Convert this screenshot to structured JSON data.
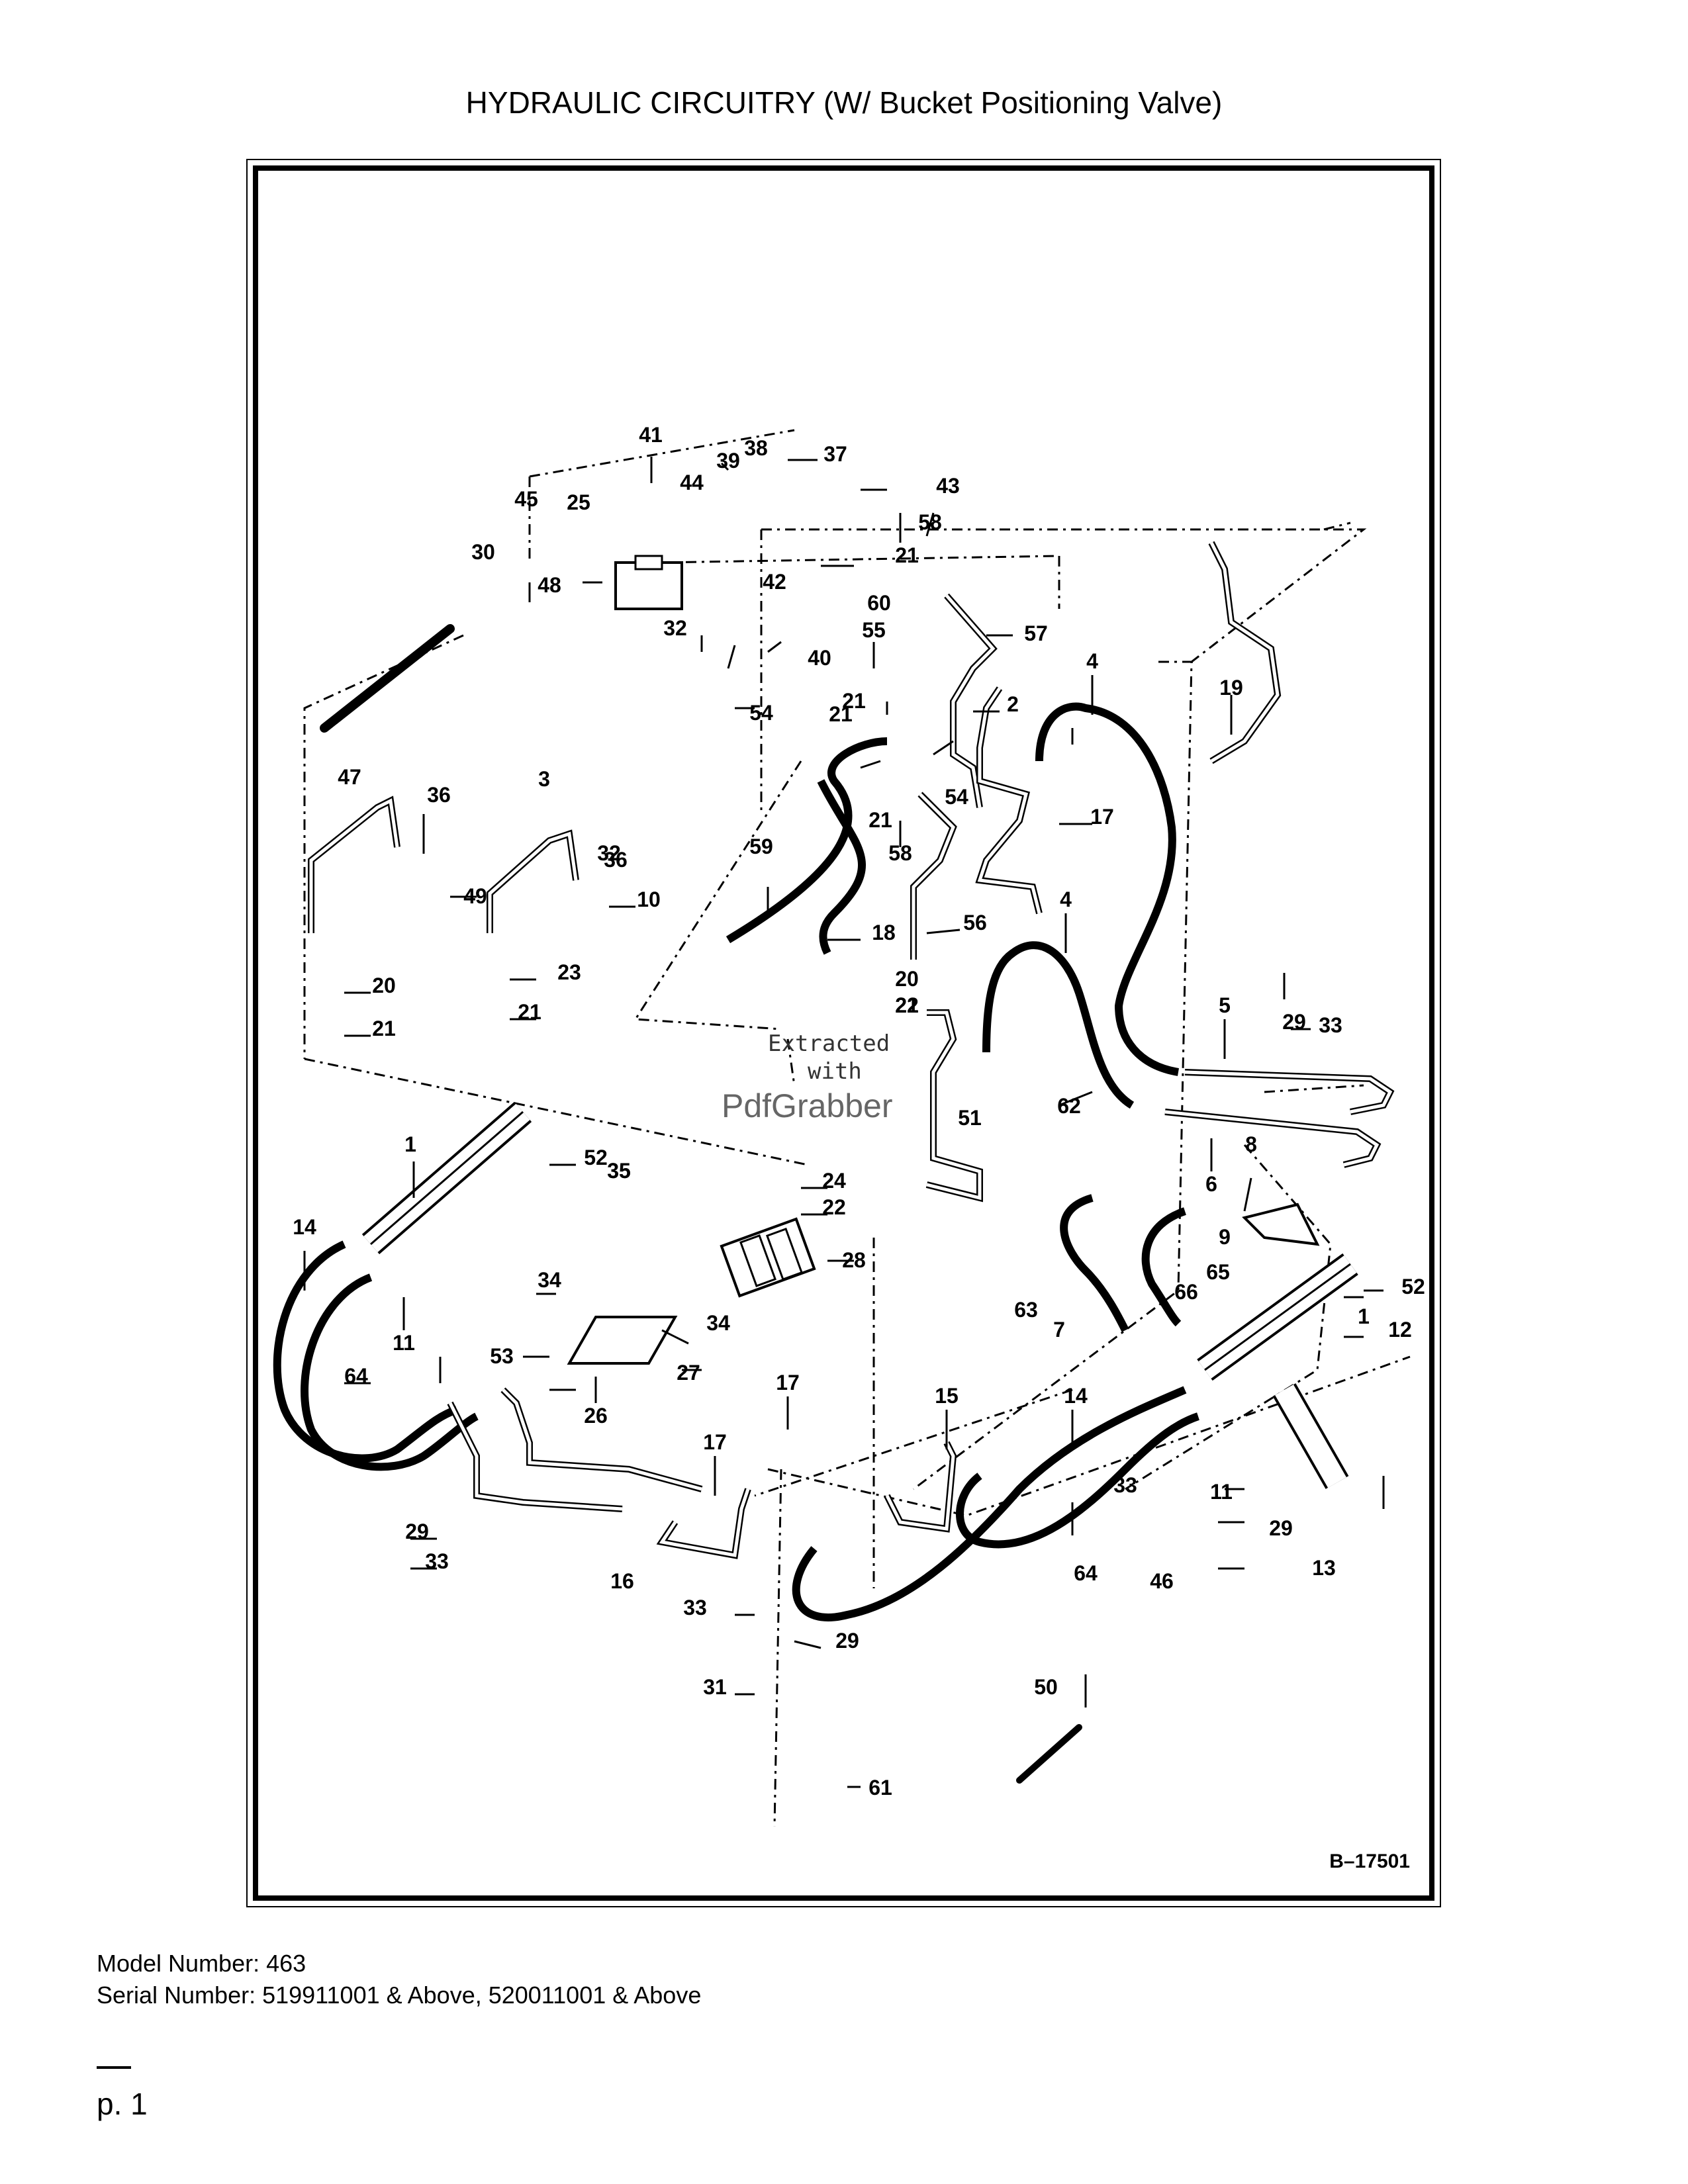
{
  "title": "HYDRAULIC CIRCUITRY (W/ Bucket Positioning Valve)",
  "diagram_code": "B–17501",
  "watermark": {
    "line1": "Extracted",
    "line2": "with",
    "line3": "PdfGrabber"
  },
  "callouts": [
    "1",
    "1",
    "2",
    "3",
    "4",
    "4",
    "5",
    "6",
    "7",
    "8",
    "9",
    "10",
    "11",
    "11",
    "12",
    "13",
    "14",
    "14",
    "15",
    "16",
    "17",
    "17",
    "17",
    "18",
    "19",
    "20",
    "20",
    "21",
    "21",
    "21",
    "21",
    "21",
    "21",
    "21",
    "22",
    "22",
    "23",
    "24",
    "25",
    "26",
    "27",
    "28",
    "29",
    "29",
    "29",
    "29",
    "30",
    "31",
    "32",
    "32",
    "33",
    "33",
    "33",
    "33",
    "34",
    "34",
    "35",
    "35",
    "36",
    "36",
    "37",
    "38",
    "39",
    "40",
    "41",
    "42",
    "43",
    "44",
    "45",
    "46",
    "47",
    "48",
    "49",
    "50",
    "51",
    "52",
    "52",
    "53",
    "54",
    "54",
    "55",
    "56",
    "57",
    "58",
    "58",
    "59",
    "60",
    "61",
    "62",
    "63",
    "64",
    "64",
    "65",
    "66"
  ],
  "footer": {
    "model": "Model Number: 463",
    "serial": "Serial Number: 519911001 & Above, 520011001 & Above",
    "page": "p. 1"
  }
}
